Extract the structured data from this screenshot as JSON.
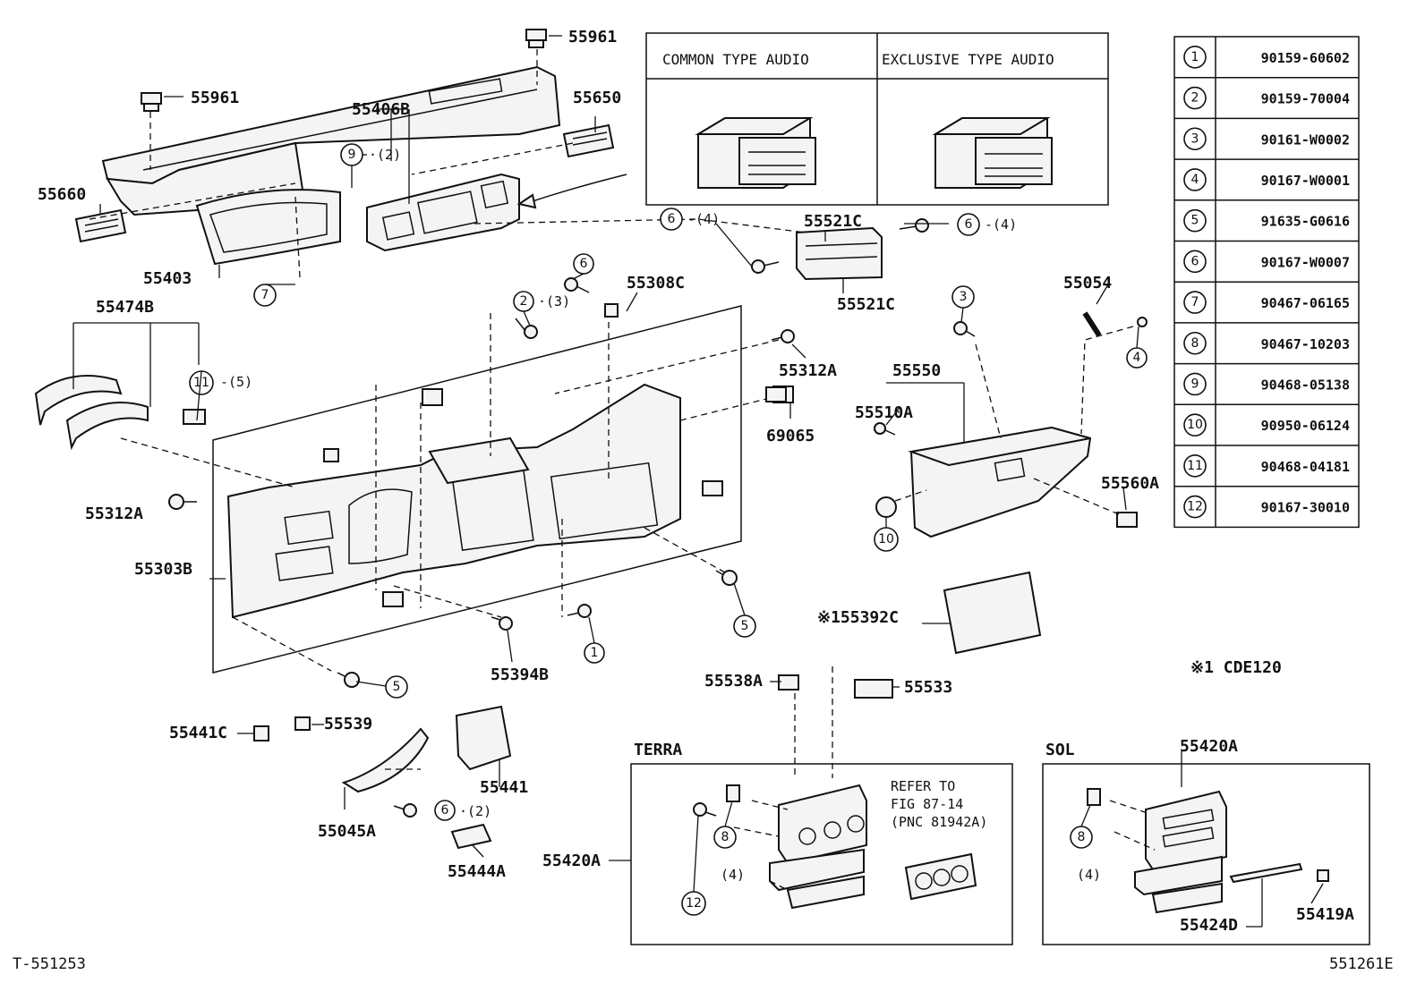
{
  "audio_table": {
    "common_header": "COMMON TYPE AUDIO",
    "exclusive_header": "EXCLUSIVE TYPE AUDIO"
  },
  "fastener_table": [
    {
      "num": "1",
      "part": "90159-60602"
    },
    {
      "num": "2",
      "part": "90159-70004"
    },
    {
      "num": "3",
      "part": "90161-W0002"
    },
    {
      "num": "4",
      "part": "90167-W0001"
    },
    {
      "num": "5",
      "part": "91635-G0616"
    },
    {
      "num": "6",
      "part": "90167-W0007"
    },
    {
      "num": "7",
      "part": "90467-06165"
    },
    {
      "num": "8",
      "part": "90467-10203"
    },
    {
      "num": "9",
      "part": "90468-05138"
    },
    {
      "num": "10",
      "part": "90950-06124"
    },
    {
      "num": "11",
      "part": "90468-04181"
    },
    {
      "num": "12",
      "part": "90167-30010"
    }
  ],
  "labels": {
    "p55961a": "55961",
    "p55961b": "55961",
    "p55650": "55650",
    "p55406b": "55406B",
    "p55660": "55660",
    "p55403": "55403",
    "p55474b": "55474B",
    "p55521c_top": "55521C",
    "p55521c_bot": "55521C",
    "p55308c": "55308C",
    "p55054": "55054",
    "p55312a_top": "55312A",
    "p69065": "69065",
    "p55550": "55550",
    "p55510a": "55510A",
    "p55560a": "55560A",
    "p55312a_left": "55312A",
    "p55303b": "55303B",
    "p55392c": "※155392C",
    "p55394b": "55394B",
    "p55441c": "55441C",
    "p55539": "55539",
    "p55441": "55441",
    "p55045a": "55045A",
    "p55444a": "55444A",
    "p55538a": "55538A",
    "p55533": "55533",
    "p55420a_terra": "55420A",
    "p55420a_sol": "55420A",
    "p55424d": "55424D",
    "p55419a": "55419A",
    "note_cde": "※1 CDE120"
  },
  "qty": {
    "q9": "·(2)",
    "q11": "-(5)",
    "q2": "·(3)",
    "q6left": "-(4)",
    "q6right": "-(4)",
    "q6bottom": "·(2)",
    "q8terra": "(4)",
    "q8sol": "(4)"
  },
  "callouts": {
    "c9": "9",
    "c11": "11",
    "c7": "7",
    "c2": "2",
    "c6a": "6",
    "c6b": "6",
    "c6c": "6",
    "c6d": "6",
    "c3": "3",
    "c4": "4",
    "c5a": "5",
    "c5b": "5",
    "c1": "1",
    "c10": "10",
    "c8a": "8",
    "c8b": "8",
    "c12": "12"
  },
  "boxes": {
    "terra": "TERRA",
    "sol": "SOL",
    "refer": [
      "REFER TO",
      "FIG  87-14",
      "(PNC 81942A)"
    ]
  },
  "footer": {
    "left": "T-551253",
    "right": "551261E"
  }
}
